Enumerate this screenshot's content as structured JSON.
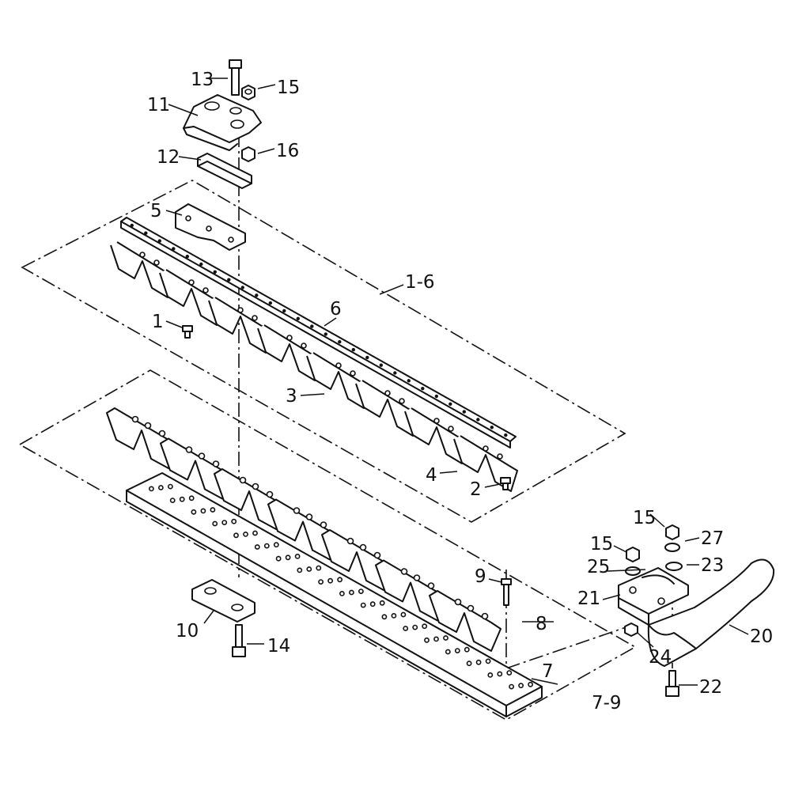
{
  "callouts": {
    "c1": "1",
    "c2": "2",
    "c3": "3",
    "c4": "4",
    "c5": "5",
    "c6": "6",
    "c7": "7",
    "c8": "8",
    "c9": "9",
    "c10": "10",
    "c11": "11",
    "c12": "12",
    "c13": "13",
    "c14": "14",
    "c15a": "15",
    "c15b": "15",
    "c15c": "15",
    "c16": "16",
    "c20": "20",
    "c21": "21",
    "c22": "22",
    "c23": "23",
    "c24": "24",
    "c25": "25",
    "c27": "27",
    "group_upper": "1-6",
    "group_lower": "7-9"
  }
}
